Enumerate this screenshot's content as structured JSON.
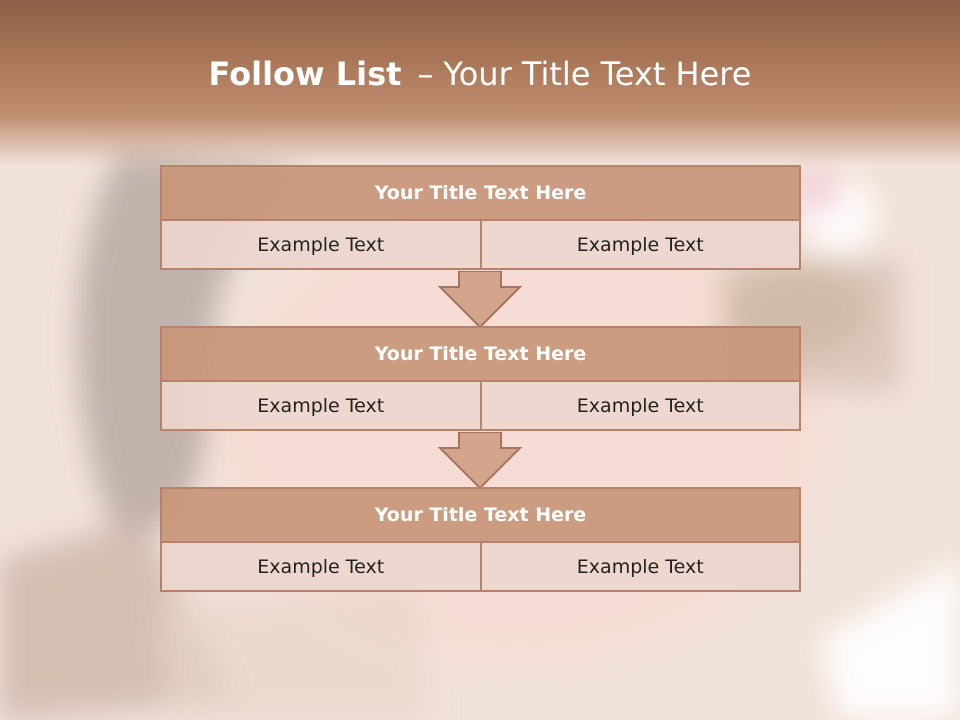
{
  "slide": {
    "title_bold": "Follow List",
    "title_dash": "–",
    "title_rest": "Your Title Text Here"
  },
  "blocks": [
    {
      "title": "Your Title Text Here",
      "left": "Example Text",
      "right": "Example Text"
    },
    {
      "title": "Your Title Text Here",
      "left": "Example Text",
      "right": "Example Text"
    },
    {
      "title": "Your Title Text Here",
      "left": "Example Text",
      "right": "Example Text"
    }
  ],
  "colors": {
    "header": "#a97557",
    "block_title_fill": "#c8967a",
    "block_row_fill": "#ecd6cd",
    "border": "#b8826a",
    "arrow_fill": "#d2a58c"
  }
}
